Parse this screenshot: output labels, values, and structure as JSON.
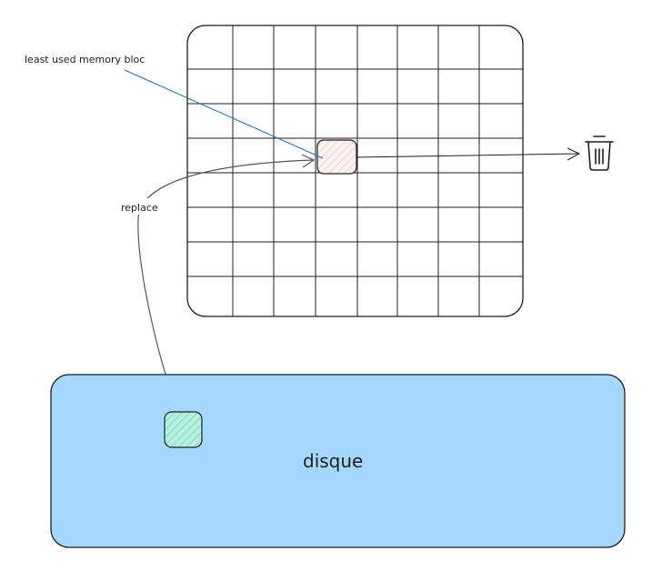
{
  "labels": {
    "lru_annotation": "least used memory bloc",
    "replace": "replace",
    "disk": "disque"
  },
  "icons": {
    "discard": "trash-icon"
  },
  "colors": {
    "stroke": "#1e1e1e",
    "disk_fill": "#a5d8ff",
    "lru_block_fill": "#ffc9c9",
    "disk_block_fill": "#96f2d7",
    "annotation_line": "#1971c2",
    "replace_arrow": "#555555",
    "background": "#ffffff"
  }
}
